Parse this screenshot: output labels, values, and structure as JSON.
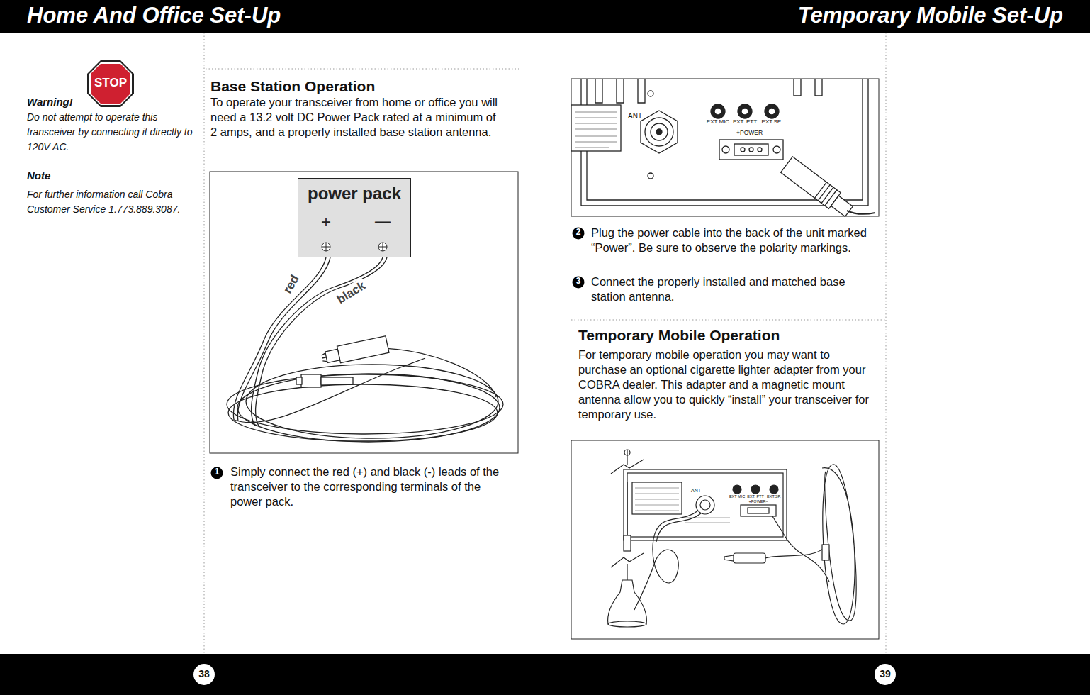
{
  "diagram": {
    "nodes": [
      {
        "text": [
          "STOP"
        ]
      },
      {
        "text": [
          "power pack",
          "+",
          "—"
        ]
      }
    ],
    "labels": [
      "Home And Office Set-Up",
      "Temporary Mobile Set-Up",
      "Warning!",
      "Do not attempt to operate this transceiver by connecting it directly to 120V AC.",
      "Note",
      "For further information call Cobra Customer Service 1.773.889.3087.",
      "Base Station Operation",
      "To operate your transceiver from home or office you will need a 13.2 volt DC Power Pack rated at a minimum of 2 amps, and a properly installed base station antenna.",
      "red",
      "black",
      "1",
      "Simply connect the red (+) and black (-) leads of the transceiver to the corresponding terminals of the power pack.",
      "ANT",
      "EXT MIC",
      "EXT. PTT",
      "EXT.SP.",
      "+POWER–",
      "2",
      "Plug the power cable into the back of the unit marked “Power”.  Be sure to observe the polarity markings.",
      "3",
      "Connect the properly installed and matched base station antenna.",
      "Temporary Mobile Operation",
      "For temporary mobile operation you may want to purchase an optional cigarette lighter adapter from your COBRA dealer. This adapter and a magnetic mount antenna allow you to quickly “install” your transceiver for temporary use.",
      "ANT",
      "EXT MIC",
      "EXT. PTT",
      "EXT.SP.",
      "+POWER–",
      "38",
      "39"
    ]
  }
}
